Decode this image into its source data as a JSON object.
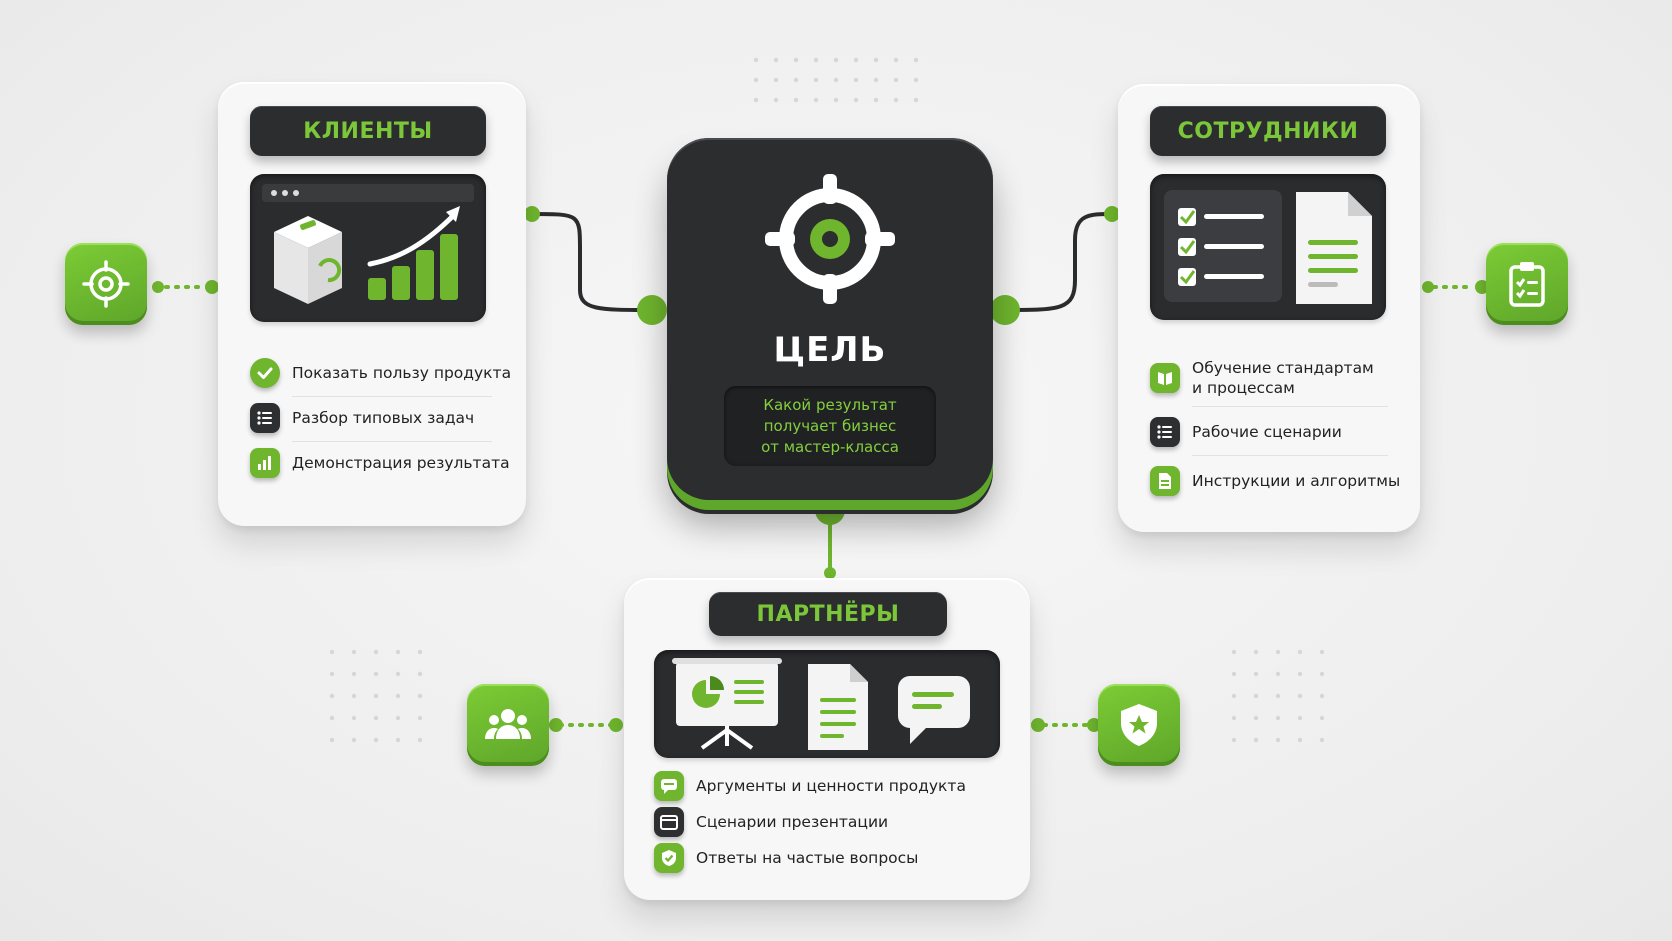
{
  "center": {
    "title": "ЦЕЛЬ",
    "subtitle_lines": [
      "Какой результат",
      "получает бизнес",
      "от мастер-класса"
    ]
  },
  "clients": {
    "title": "КЛИЕНТЫ",
    "items": [
      {
        "label": "Показать пользу продукта",
        "icon": "check-icon"
      },
      {
        "label": "Разбор типовых задач",
        "icon": "list-icon"
      },
      {
        "label": "Демонстрация результата",
        "icon": "bar-chart-icon"
      }
    ],
    "side_icon": "target-icon"
  },
  "employees": {
    "title": "СОТРУДНИКИ",
    "items": [
      {
        "label_lines": [
          "Обучение стандартам",
          "и процессам"
        ],
        "icon": "book-icon"
      },
      {
        "label": "Рабочие сценарии",
        "icon": "list-icon"
      },
      {
        "label": "Инструкции и алгоритмы",
        "icon": "document-icon"
      }
    ],
    "side_icon": "clipboard-icon"
  },
  "partners": {
    "title": "ПАРТНЁРЫ",
    "items": [
      {
        "label": "Аргументы и ценности продукта",
        "icon": "chat-icon"
      },
      {
        "label": "Сценарии презентации",
        "icon": "folder-icon"
      },
      {
        "label": "Ответы на частые вопросы",
        "icon": "shield-check-icon"
      }
    ],
    "side_icons": [
      "users-icon",
      "shield-star-icon"
    ]
  },
  "colors": {
    "accent": "#6fb52e",
    "dark": "#2c2d2f",
    "background": "#f0f0f0"
  }
}
